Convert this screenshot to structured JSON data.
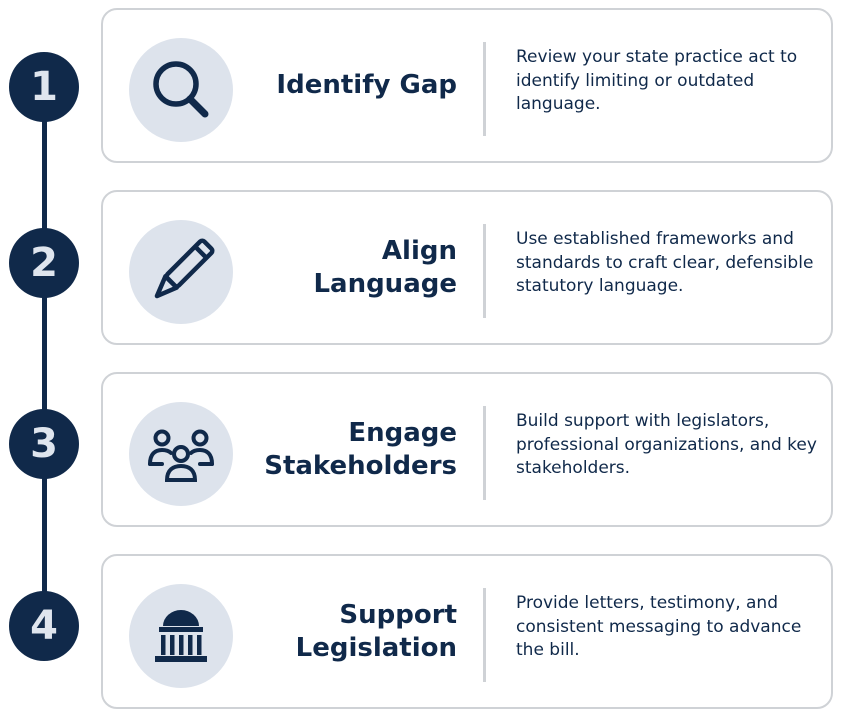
{
  "colors": {
    "navy": "#10294a",
    "icon_bg": "#dde3ec",
    "border": "#cfd2d6"
  },
  "steps": [
    {
      "number": "1",
      "title": "Identify Gap",
      "description": "Review your state practice act to identify limiting or outdated language.",
      "icon": "magnifier-icon"
    },
    {
      "number": "2",
      "title": "Align\nLanguage",
      "description": "Use established frameworks and standards to craft clear, defensible statutory language.",
      "icon": "pencil-icon"
    },
    {
      "number": "3",
      "title": "Engage\nStakeholders",
      "description": "Build support with legislators, professional organizations, and key stakeholders.",
      "icon": "people-group-icon"
    },
    {
      "number": "4",
      "title": "Support\nLegislation",
      "description": "Provide letters, testimony, and consistent messaging to advance the bill.",
      "icon": "capitol-building-icon"
    }
  ]
}
